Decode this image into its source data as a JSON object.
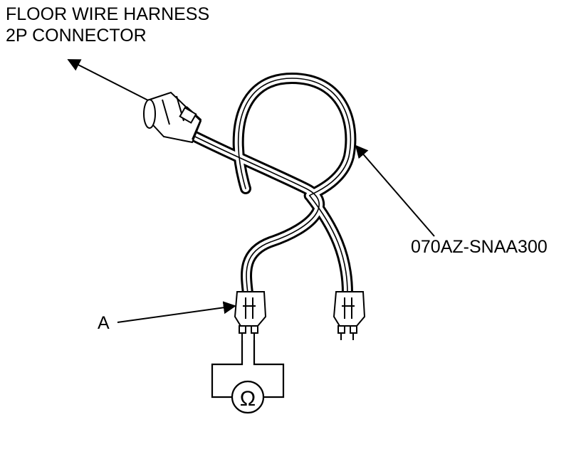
{
  "labels": {
    "connector_line1": "FLOOR WIRE HARNESS",
    "connector_line2": "2P CONNECTOR",
    "part_number": "070AZ-SNAA300",
    "callout_a": "A",
    "ohm_symbol": "Ω"
  },
  "colors": {
    "ink": "#000000",
    "paper": "#ffffff"
  }
}
